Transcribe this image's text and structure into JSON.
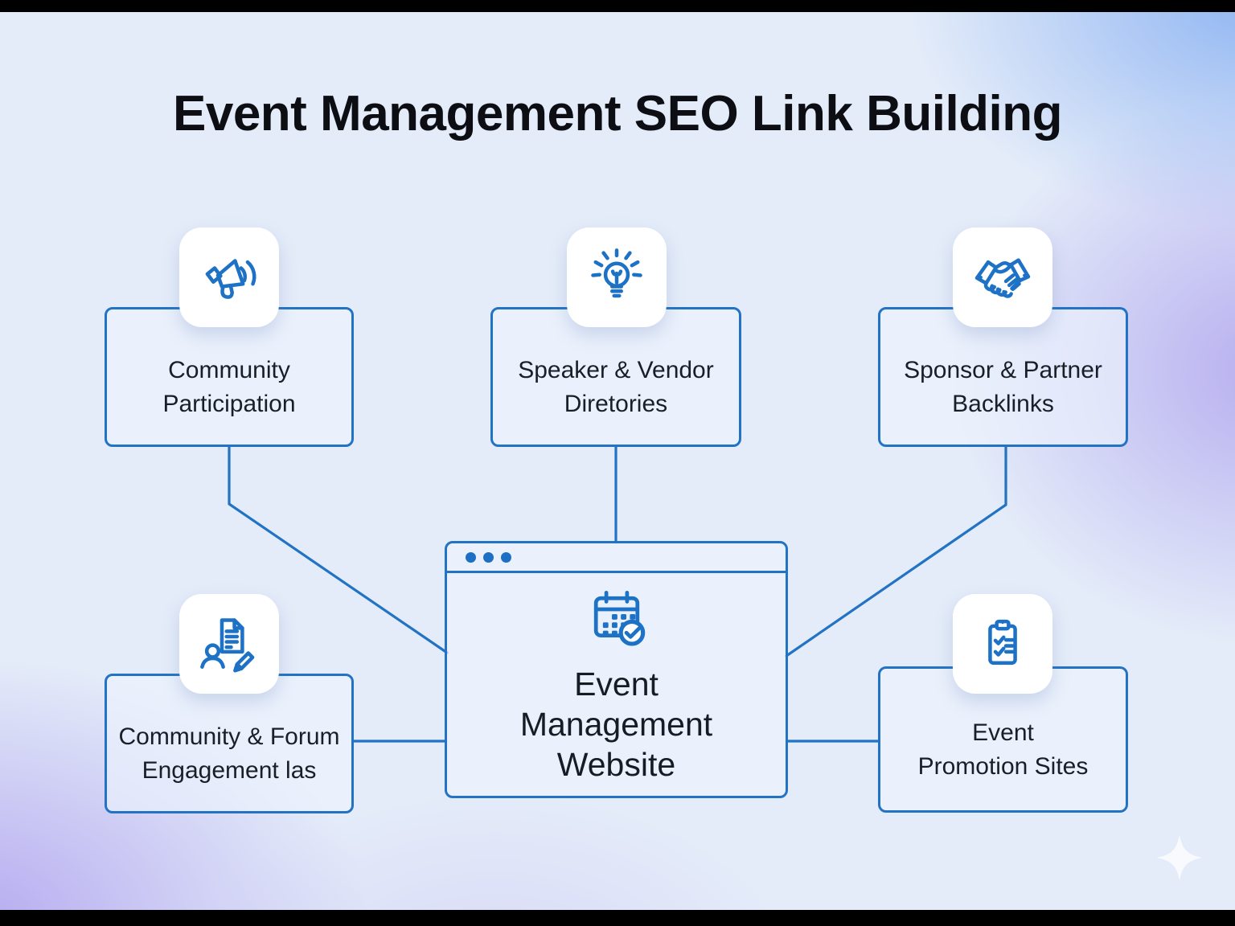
{
  "title": "Event Management SEO Link Building",
  "colors": {
    "accent_blue": "#2273c4",
    "icon_blue": "#1d72c6",
    "text_dark": "#1a1e27",
    "card_fill": "#eef4fd",
    "icon_tile_bg": "#ffffff",
    "background_blue": "#9cbdf0",
    "background_lavender": "#c9bfee",
    "letterbox_black": "#000000",
    "sparkle_white": "#ffffff"
  },
  "nodes": {
    "center": {
      "icon": "calendar-check-icon",
      "line1": "Event",
      "line2": "Management",
      "line3": "Website"
    },
    "top_left": {
      "icon": "megaphone-icon",
      "line1": "Community",
      "line2": "Participation"
    },
    "top_center": {
      "icon": "lightbulb-icon",
      "line1": "Speaker & Vendor",
      "line2": "Diretories"
    },
    "top_right": {
      "icon": "handshake-icon",
      "line1": "Sponsor & Partner",
      "line2": "Backlinks"
    },
    "bottom_left": {
      "icon": "writing-person-document-icon",
      "line1": "Community & Forum",
      "line2": "Engagement las"
    },
    "bottom_right": {
      "icon": "clipboard-checklist-icon",
      "line1": "Event",
      "line2": "Promotion Sites"
    }
  },
  "decorations": {
    "browser_window_dots": 3,
    "sparkle": "sparkle-icon"
  }
}
